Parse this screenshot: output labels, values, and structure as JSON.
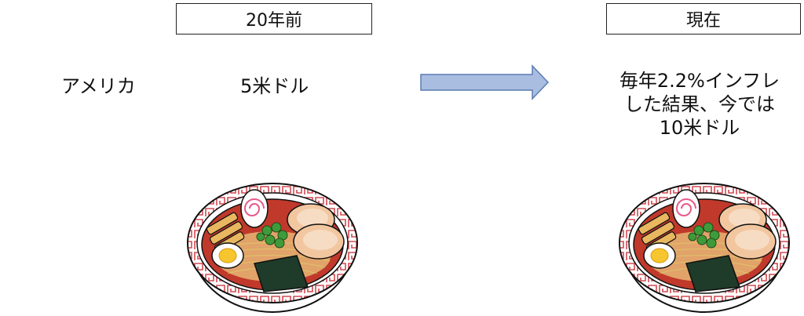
{
  "before": {
    "header": "20年前",
    "country": "アメリカ",
    "price": "5米ドル"
  },
  "after": {
    "header": "現在",
    "line1": "毎年2.2%インフレ",
    "line2": "した結果、今では",
    "line3": "10米ドル"
  },
  "colors": {
    "arrow_fill": "#a9bde0",
    "arrow_stroke": "#5a7db6",
    "bowl_rim_pattern": "#d44a52",
    "broth": "#c0392b",
    "noodles": "#f2dc8a",
    "pork": "#f2c7a0",
    "seaweed": "#1f3b2a",
    "egg_yolk": "#f7c62f",
    "scallion": "#3f9b3a"
  },
  "icons": {
    "arrow": "right-arrow-icon",
    "bowl": "ramen-bowl-icon"
  }
}
